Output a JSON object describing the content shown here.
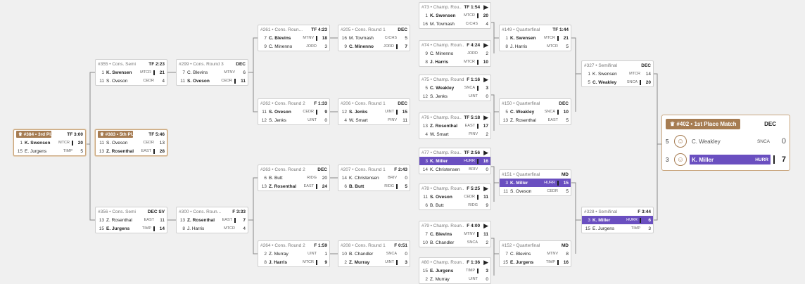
{
  "final": {
    "label": "#402 • 1st Place Match",
    "result": "DEC",
    "rows": [
      {
        "seed": "5",
        "name": "C. Weakley",
        "team": "SNCA",
        "score": "0",
        "win": false
      },
      {
        "seed": "3",
        "name": "K. Miller",
        "team": "HURR",
        "score": "7",
        "win": true
      }
    ]
  },
  "matches": [
    {
      "label": "#384 • 3rd Pl...",
      "gold": true,
      "result": "TF 3:00",
      "hl": true,
      "rows": [
        [
          "1",
          "K. Swensen",
          "MTCR",
          "20",
          1
        ],
        [
          "15",
          "E. Jurgens",
          "TIMP",
          "5",
          0
        ]
      ]
    },
    {
      "label": "#383 • 5th Pl...",
      "gold": true,
      "result": "TF 5:46",
      "hl": true,
      "rows": [
        [
          "11",
          "S. Oveson",
          "CEDR",
          "13",
          0
        ],
        [
          "13",
          "Z. Rosenthal",
          "EAST",
          "28",
          1
        ]
      ]
    },
    {
      "label": "#355 • Cons. Semi",
      "result": "TF 2:23",
      "rows": [
        [
          "1",
          "K. Swensen",
          "MTCR",
          "21",
          1
        ],
        [
          "11",
          "S. Oveson",
          "CEDR",
          "4",
          0
        ]
      ]
    },
    {
      "label": "#356 • Cons. Semi",
      "result": "DEC SV",
      "rows": [
        [
          "13",
          "Z. Rosenthal",
          "EAST",
          "11",
          0
        ],
        [
          "15",
          "E. Jurgens",
          "TIMP",
          "14",
          1
        ]
      ]
    },
    {
      "label": "#299 • Cons. Round 3",
      "result": "DEC",
      "rows": [
        [
          "7",
          "C. Blevins",
          "MTNV",
          "6",
          0
        ],
        [
          "11",
          "S. Oveson",
          "CEDR",
          "11",
          1
        ]
      ]
    },
    {
      "label": "#300 • Cons. Roun...",
      "result": "F 3:33",
      "rows": [
        [
          "13",
          "Z. Rosenthal",
          "EAST",
          "7",
          1
        ],
        [
          "8",
          "J. Harris",
          "MTCR",
          "4",
          0
        ]
      ]
    },
    {
      "label": "#261 • Cons. Roun...",
      "result": "TF 4:23",
      "rows": [
        [
          "7",
          "C. Blevins",
          "MTNV",
          "18",
          1
        ],
        [
          "9",
          "C. Minenno",
          "JORD",
          "3",
          0
        ]
      ]
    },
    {
      "label": "#262 • Cons. Round 2",
      "result": "F 1:33",
      "rows": [
        [
          "11",
          "S. Oveson",
          "CEDR",
          "9",
          1
        ],
        [
          "12",
          "S. Jenks",
          "UINT",
          "0",
          0
        ]
      ]
    },
    {
      "label": "#263 • Cons. Round 2",
      "result": "DEC",
      "rows": [
        [
          "6",
          "B. Butt",
          "RIDG",
          "20",
          0
        ],
        [
          "13",
          "Z. Rosenthal",
          "EAST",
          "24",
          1
        ]
      ]
    },
    {
      "label": "#264 • Cons. Round 2",
      "result": "F 1:59",
      "rows": [
        [
          "2",
          "Z. Murray",
          "UINT",
          "1",
          0
        ],
        [
          "8",
          "J. Harris",
          "MTCR",
          "9",
          1
        ]
      ]
    },
    {
      "label": "#205 • Cons. Round 1",
      "result": "DEC",
      "rows": [
        [
          "16",
          "M. Tovmash",
          "CrCHS",
          "5",
          0
        ],
        [
          "9",
          "C. Minenno",
          "JORD",
          "7",
          1
        ]
      ]
    },
    {
      "label": "#206 • Cons. Round 1",
      "result": "DEC",
      "rows": [
        [
          "12",
          "S. Jenks",
          "UINT",
          "15",
          1
        ],
        [
          "4",
          "W. Smart",
          "PINV",
          "11",
          0
        ]
      ]
    },
    {
      "label": "#207 • Cons. Round 1",
      "result": "F 2:43",
      "rows": [
        [
          "14",
          "K. Christensen",
          "BRIV",
          "0",
          0
        ],
        [
          "6",
          "B. Butt",
          "RIDG",
          "5",
          1
        ]
      ]
    },
    {
      "label": "#208 • Cons. Round 1",
      "result": "F 0:51",
      "rows": [
        [
          "10",
          "B. Chandler",
          "SNCA",
          "0",
          0
        ],
        [
          "2",
          "Z. Murray",
          "UINT",
          "3",
          1
        ]
      ]
    },
    {
      "label": "#73 • Champ. Rou...",
      "result": "TF 1:54",
      "play": true,
      "rows": [
        [
          "1",
          "K. Swensen",
          "MTCR",
          "20",
          1
        ],
        [
          "16",
          "M. Tovmash",
          "CrCHS",
          "4",
          0
        ]
      ]
    },
    {
      "label": "#74 • Champ. Roun...",
      "result": "F 4:24",
      "play": true,
      "rows": [
        [
          "9",
          "C. Minenno",
          "JORD",
          "2",
          0
        ],
        [
          "8",
          "J. Harris",
          "MTCR",
          "10",
          1
        ]
      ]
    },
    {
      "label": "#75 • Champ. Round 1",
      "result": "F 1:16",
      "play": true,
      "rows": [
        [
          "5",
          "C. Weakley",
          "SNCA",
          "3",
          1
        ],
        [
          "12",
          "S. Jenks",
          "UINT",
          "0",
          0
        ]
      ]
    },
    {
      "label": "#76 • Champ. Rou...",
      "result": "TF 5:18",
      "play": true,
      "rows": [
        [
          "13",
          "Z. Rosenthal",
          "EAST",
          "17",
          1
        ],
        [
          "4",
          "W. Smart",
          "PINV",
          "2",
          0
        ]
      ]
    },
    {
      "label": "#77 • Champ. Rou...",
      "result": "TF 2:56",
      "play": true,
      "rows": [
        [
          "3",
          "K. Miller",
          "HURR",
          "16",
          1,
          1
        ],
        [
          "14",
          "K. Christensen",
          "BRIV",
          "0",
          0
        ]
      ]
    },
    {
      "label": "#78 • Champ. Roun...",
      "result": "F 5:25",
      "play": true,
      "rows": [
        [
          "11",
          "S. Oveson",
          "CEDR",
          "11",
          1
        ],
        [
          "6",
          "B. Butt",
          "RIDG",
          "9",
          0
        ]
      ]
    },
    {
      "label": "#79 • Champ. Roun...",
      "result": "F 4:00",
      "play": true,
      "rows": [
        [
          "7",
          "C. Blevins",
          "MTNV",
          "11",
          1
        ],
        [
          "10",
          "B. Chandler",
          "SNCA",
          "2",
          0
        ]
      ]
    },
    {
      "label": "#80 • Champ. Roun...",
      "result": "F 1:36",
      "play": true,
      "rows": [
        [
          "15",
          "E. Jurgens",
          "TIMP",
          "3",
          1
        ],
        [
          "2",
          "Z. Murray",
          "UINT",
          "0",
          0
        ]
      ]
    },
    {
      "label": "#149 • Quarterfinal",
      "result": "TF 1:44",
      "rows": [
        [
          "1",
          "K. Swensen",
          "MTCR",
          "21",
          1
        ],
        [
          "8",
          "J. Harris",
          "MTCR",
          "5",
          0
        ]
      ]
    },
    {
      "label": "#150 • Quarterfinal",
      "result": "DEC",
      "rows": [
        [
          "5",
          "C. Weakley",
          "SNCA",
          "10",
          1
        ],
        [
          "13",
          "Z. Rosenthal",
          "EAST",
          "5",
          0
        ]
      ]
    },
    {
      "label": "#151 • Quarterfinal",
      "result": "MD",
      "rows": [
        [
          "3",
          "K. Miller",
          "HURR",
          "15",
          1,
          1
        ],
        [
          "11",
          "S. Oveson",
          "CEDR",
          "5",
          0
        ]
      ]
    },
    {
      "label": "#152 • Quarterfinal",
      "result": "MD",
      "rows": [
        [
          "7",
          "C. Blevins",
          "MTNV",
          "8",
          0
        ],
        [
          "15",
          "E. Jurgens",
          "TIMP",
          "16",
          1
        ]
      ]
    },
    {
      "label": "#327 • Semifinal",
      "result": "DEC",
      "rows": [
        [
          "1",
          "K. Swensen",
          "MTCR",
          "14",
          0
        ],
        [
          "5",
          "C. Weakley",
          "SNCA",
          "20",
          1
        ]
      ]
    },
    {
      "label": "#328 • Semifinal",
      "result": "F 3:44",
      "rows": [
        [
          "3",
          "K. Miller",
          "HURR",
          "6",
          1,
          1
        ],
        [
          "15",
          "E. Jurgens",
          "TIMP",
          "3",
          0
        ]
      ]
    }
  ]
}
